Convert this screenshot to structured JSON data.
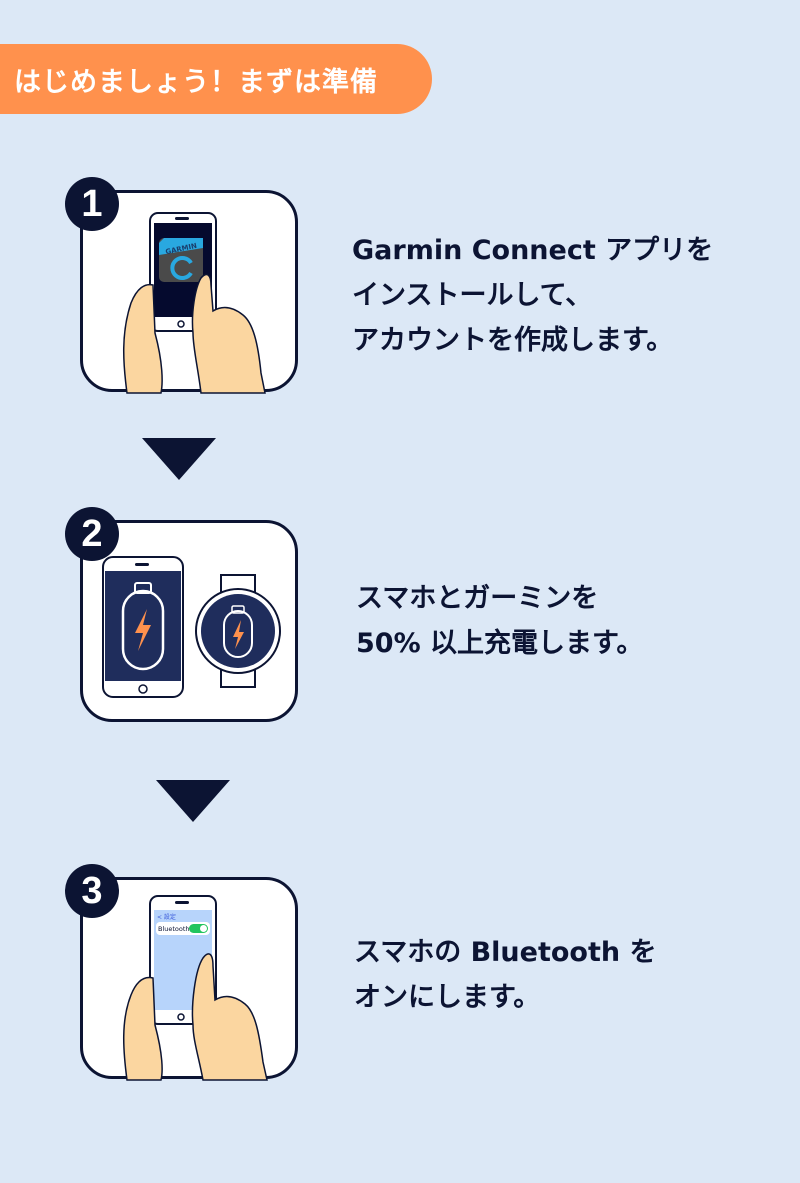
{
  "header": {
    "title": "はじめましょう！まずは準備"
  },
  "colors": {
    "accent": "#ff914d",
    "navy": "#0c1433",
    "background": "#dce8f6",
    "toggle_on": "#22c55e",
    "app_blue": "#29a8e0"
  },
  "steps": [
    {
      "number": "1",
      "illustration": "hands-tapping-garmin-connect-app",
      "app_icon_label": "GARMIN",
      "text": "Garmin Connect アプリを\nインストールして、\nアカウントを作成します。"
    },
    {
      "number": "2",
      "illustration": "phone-and-watch-charging",
      "text": "スマホとガーミンを\n50% 以上充電します。"
    },
    {
      "number": "3",
      "illustration": "hands-toggling-bluetooth",
      "screen_back_label": "< 設定",
      "screen_setting_label": "Bluetooth",
      "text": "スマホの Bluetooth を\nオンにします。"
    }
  ],
  "arrows": [
    "down-arrow",
    "down-arrow"
  ]
}
